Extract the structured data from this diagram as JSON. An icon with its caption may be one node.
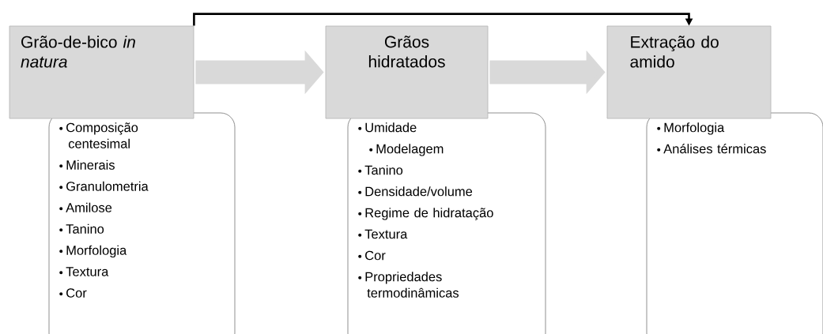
{
  "diagram": {
    "nodes": [
      {
        "text": [
          "Grão-de-bico *in natura*"
        ]
      },
      {
        "text": [
          "Composição centesimal",
          "Minerais",
          "Granulometria",
          "Amilose",
          "Tanino",
          "Morfologia",
          "Textura",
          "Cor"
        ]
      },
      {
        "text": [
          "Grãos hidratados"
        ]
      },
      {
        "text": [
          "Umidade",
          "Modelagem",
          "Tanino",
          "Densidade/volume",
          "Regime de hidratação",
          "Textura",
          "Cor",
          "Propriedades termodinâmicas"
        ]
      },
      {
        "text": [
          "Extração do amido"
        ]
      },
      {
        "text": [
          "Morfologia",
          "Análises térmicas"
        ]
      }
    ],
    "edges": [
      {
        "from": 0,
        "to": 2,
        "arrow": "to",
        "color": "#d9d9d9"
      },
      {
        "from": 2,
        "to": 4,
        "arrow": "to",
        "color": "#d9d9d9"
      },
      {
        "from": 0,
        "to": 4,
        "arrow": "to",
        "color": "#000000"
      }
    ]
  }
}
